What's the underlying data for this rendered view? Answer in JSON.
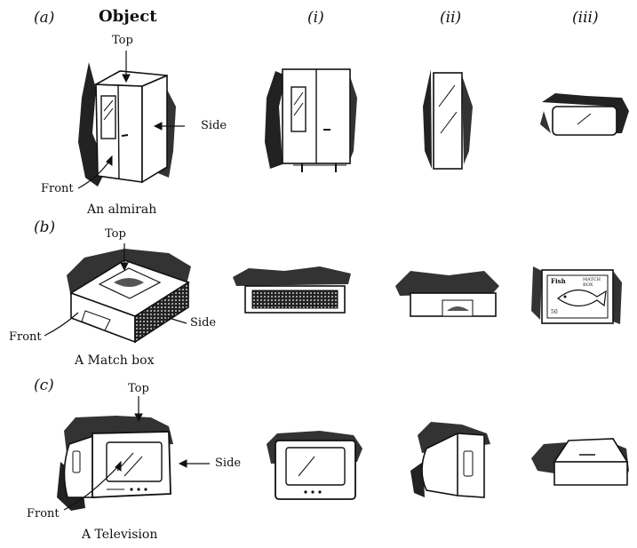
{
  "header": {
    "row_a_label": "(a)",
    "object_title": "Object",
    "view_i": "(i)",
    "view_ii": "(ii)",
    "view_iii": "(iii)"
  },
  "rows": [
    {
      "label": "(b)",
      "caption": "A Match box",
      "callouts": {
        "top": "Top",
        "side": "Side",
        "front": "Front"
      }
    },
    {
      "label": "(c)",
      "caption": "A Television",
      "callouts": {
        "top": "Top",
        "side": "Side",
        "front": "Front"
      }
    }
  ],
  "almirah": {
    "caption": "An almirah",
    "callouts": {
      "top": "Top",
      "side": "Side",
      "front": "Front"
    }
  },
  "matchbox_label_text": {
    "top_left": "Fish",
    "top_right": "MATCH BOX",
    "bottom": "50"
  }
}
